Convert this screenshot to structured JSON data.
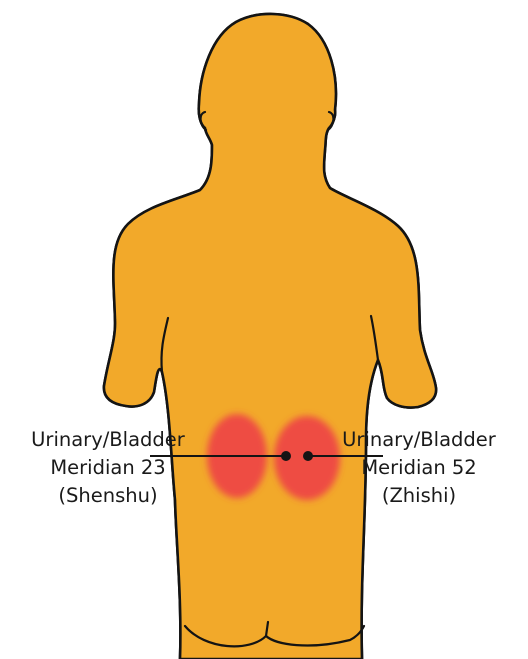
{
  "colors": {
    "skin": "#F2A92A",
    "outline": "#141414",
    "highlight": "#EE3E48",
    "background": "#FFFFFF"
  },
  "points": {
    "left": {
      "line1": "Urinary/Bladder",
      "line2": "Meridian 23",
      "line3": "(Shenshu)"
    },
    "right": {
      "line1": "Urinary/Bladder",
      "line2": "Meridian 52",
      "line3": "(Zhishi)"
    }
  }
}
